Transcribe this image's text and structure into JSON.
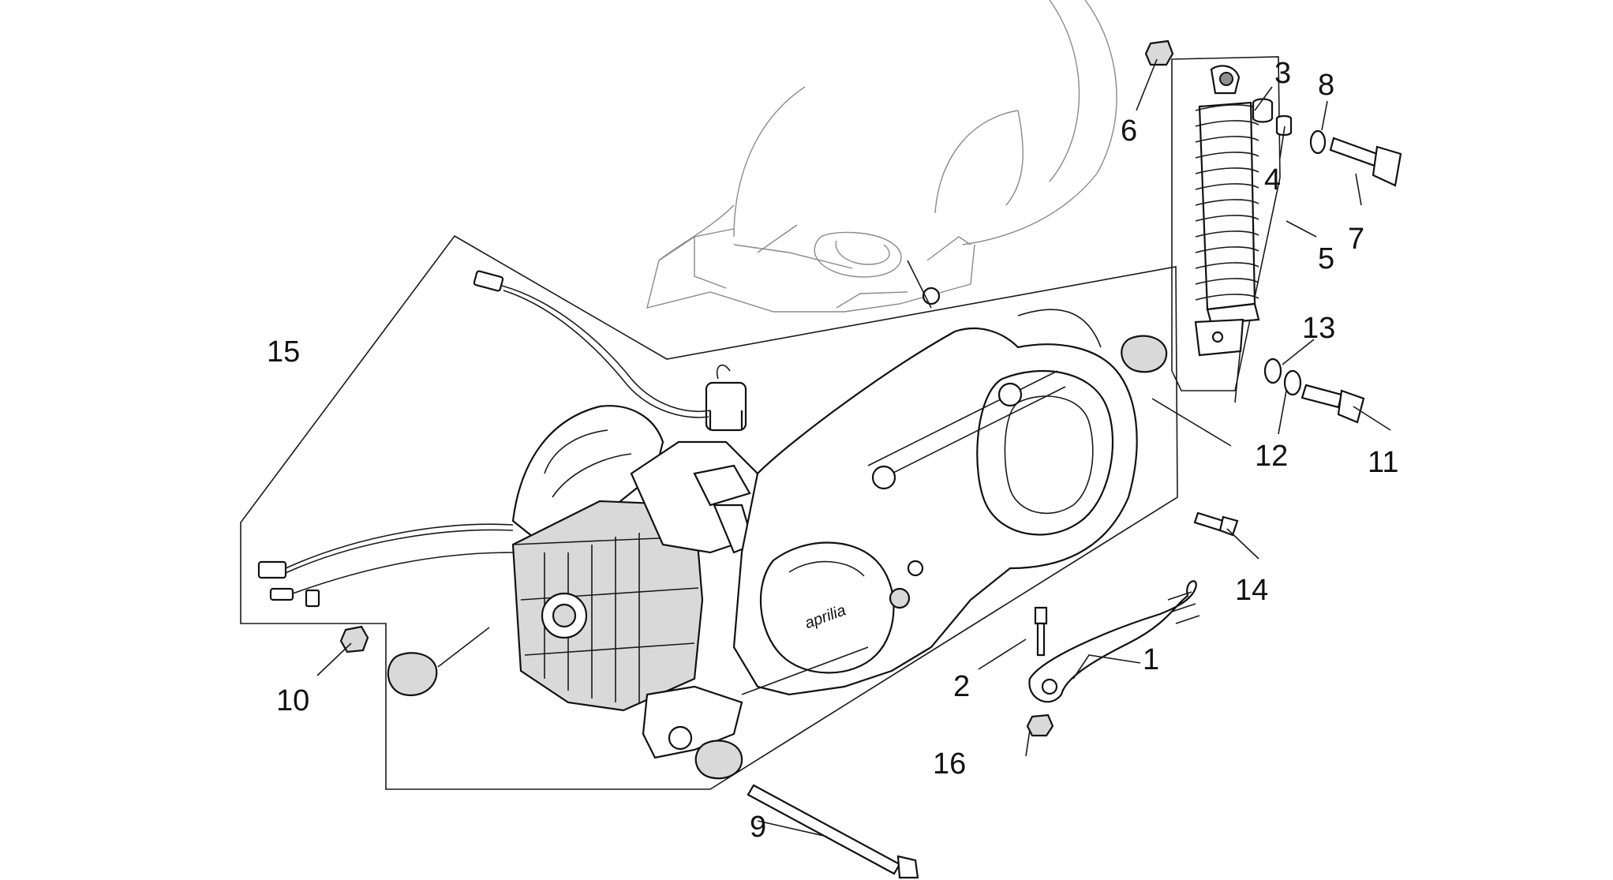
{
  "callouts": [
    {
      "id": "c1",
      "text": "1"
    },
    {
      "id": "c2",
      "text": "2"
    },
    {
      "id": "c3",
      "text": "3"
    },
    {
      "id": "c4",
      "text": "4"
    },
    {
      "id": "c5",
      "text": "5"
    },
    {
      "id": "c6",
      "text": "6"
    },
    {
      "id": "c7",
      "text": "7"
    },
    {
      "id": "c8",
      "text": "8"
    },
    {
      "id": "c9",
      "text": "9"
    },
    {
      "id": "c10",
      "text": "10"
    },
    {
      "id": "c11",
      "text": "11"
    },
    {
      "id": "c12",
      "text": "12"
    },
    {
      "id": "c13",
      "text": "13"
    },
    {
      "id": "c14",
      "text": "14"
    },
    {
      "id": "c15",
      "text": "15"
    },
    {
      "id": "c16",
      "text": "16"
    }
  ],
  "engine": {
    "badge_text": "aprilia"
  }
}
